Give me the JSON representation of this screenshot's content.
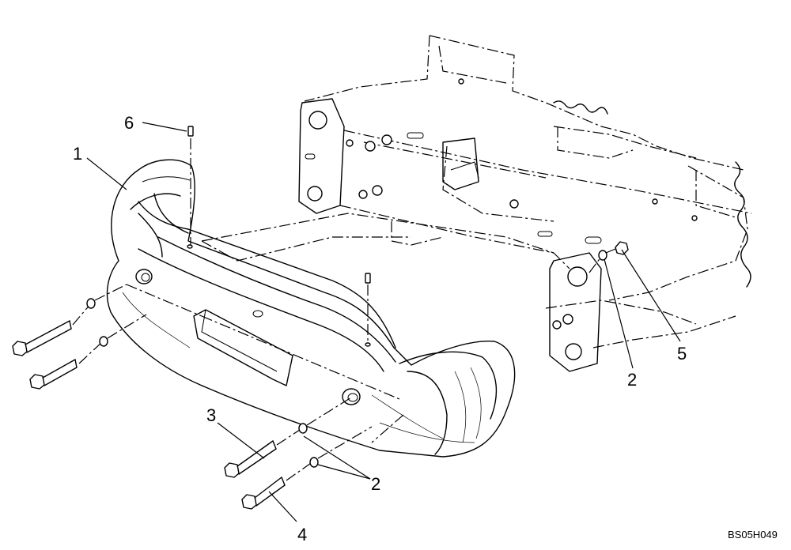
{
  "callouts": {
    "c1": "1",
    "c2a": "2",
    "c2b": "2",
    "c3": "3",
    "c4": "4",
    "c5": "5",
    "c6": "6"
  },
  "drawing_code": "BS05H049"
}
